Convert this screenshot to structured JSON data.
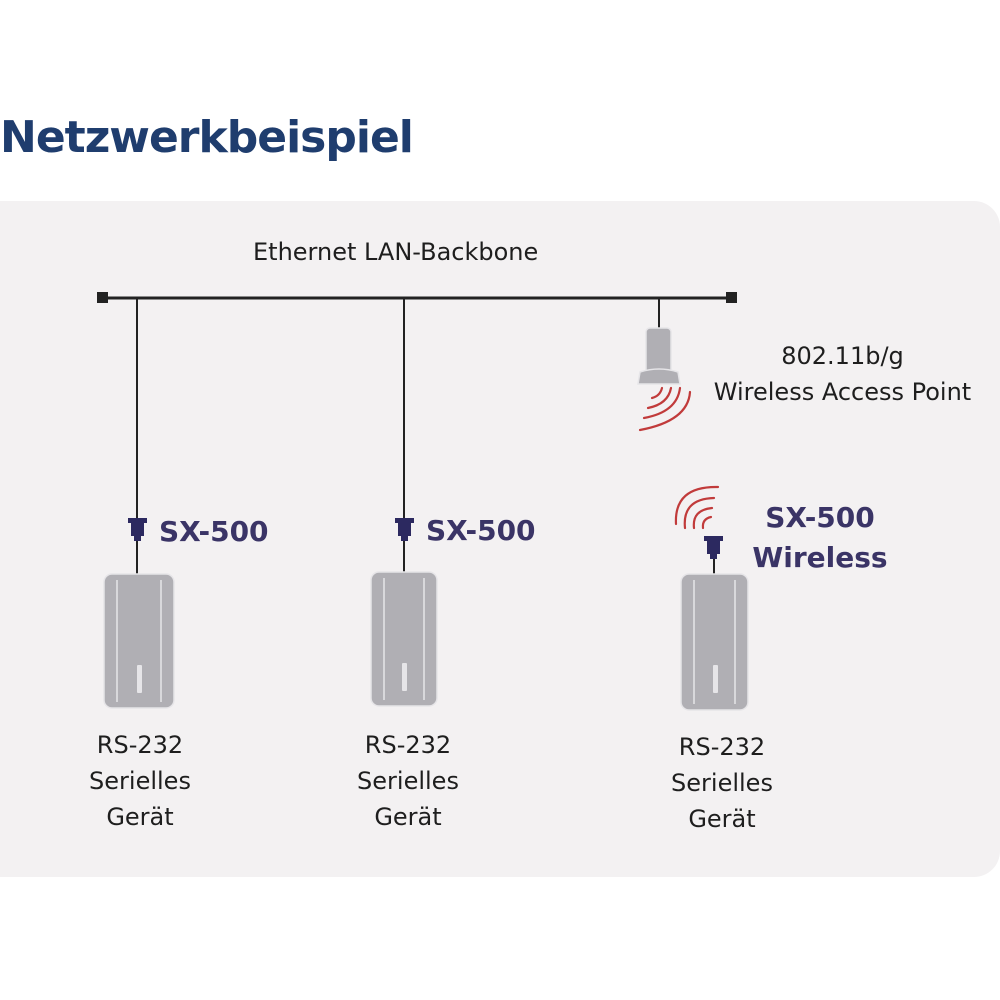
{
  "title": "Netzwerkbeispiel",
  "backbone_label": "Ethernet LAN-Backbone",
  "access_point": {
    "line1": "802.11b/g",
    "line2": "Wireless Access Point"
  },
  "devices": [
    {
      "product": "SX-500",
      "label_lines": [
        "RS-232",
        "Serielles",
        "Gerät"
      ]
    },
    {
      "product": "SX-500",
      "label_lines": [
        "RS-232",
        "Serielles",
        "Gerät"
      ]
    },
    {
      "product_lines": [
        "SX-500",
        "Wireless"
      ],
      "label_lines": [
        "RS-232",
        "Serielles",
        "Gerät"
      ]
    }
  ],
  "colors": {
    "title": "#1f3d6e",
    "product": "#3a3466",
    "panel": "#f3f1f2",
    "device_body": "#b0afb4",
    "device_stroke": "#e6e5e8",
    "line": "#222222",
    "waves": "#c13b3b",
    "connector": "#2c2960"
  }
}
